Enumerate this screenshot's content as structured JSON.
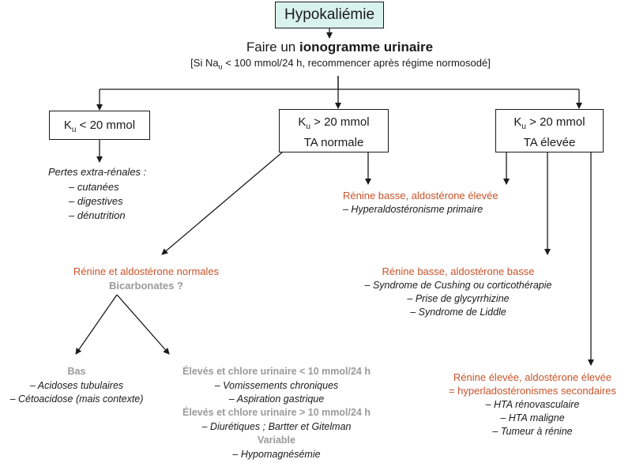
{
  "title": "Hypokaliémie",
  "step": {
    "prefix": "Faire un ",
    "bold": "ionogramme urinaire",
    "note_pre": "[Si Na",
    "note_sub": "u",
    "note_post": " < 100 mmol/24 h, recommencer après régime normosodé]"
  },
  "boxes": {
    "low": {
      "k": "K",
      "sub": "u",
      "val": " < 20 mmol",
      "line2": ""
    },
    "norm": {
      "k": "K",
      "sub": "u",
      "val": " > 20 mmol",
      "line2": "TA normale"
    },
    "high": {
      "k": "K",
      "sub": "u",
      "val": " > 20 mmol",
      "line2": "TA élevée"
    }
  },
  "extrarenal": {
    "title": "Pertes extra-rénales :",
    "items": [
      "– cutanées",
      "– digestives",
      "– dénutrition"
    ]
  },
  "renine_normales": {
    "title": "Rénine et aldostérone normales",
    "subtitle": "Bicarbonates ?"
  },
  "bas": {
    "title": "Bas",
    "items": [
      "– Acidoses tubulaires",
      "– Cétoacidose (mais contexte)"
    ]
  },
  "eleves": {
    "title1": "Élevés et chlore urinaire < 10 mmol/24 h",
    "items1": [
      "– Vomissements chroniques",
      "– Aspiration gastrique"
    ],
    "title2": "Élevés et chlore urinaire > 10 mmol/24 h",
    "items2": [
      "– Diurétiques ; Bartter et Gitelman"
    ],
    "title3": "Variable",
    "items3": [
      "– Hypomagnésémie"
    ]
  },
  "renine_basse_elevee": {
    "title": "Rénine basse, aldostérone élevée",
    "items": [
      "– Hyperaldostéronisme primaire"
    ]
  },
  "renine_basse_basse": {
    "title": "Rénine basse, aldostérone basse",
    "items": [
      "– Syndrome de Cushing ou corticothérapie",
      "– Prise de glycyrrhizine",
      "– Syndrome de Liddle"
    ]
  },
  "renine_elevee": {
    "title": "Rénine élevée, aldostérone élevée",
    "subtitle": "= hyperladostéronismes secondaires",
    "items": [
      "– HTA rénovasculaire",
      "– HTA maligne",
      "– Tumeur à rénine"
    ]
  },
  "colors": {
    "accent_red": "#c8532a",
    "grey": "#9a9a9a",
    "title_fill": "#d9f2ee"
  }
}
